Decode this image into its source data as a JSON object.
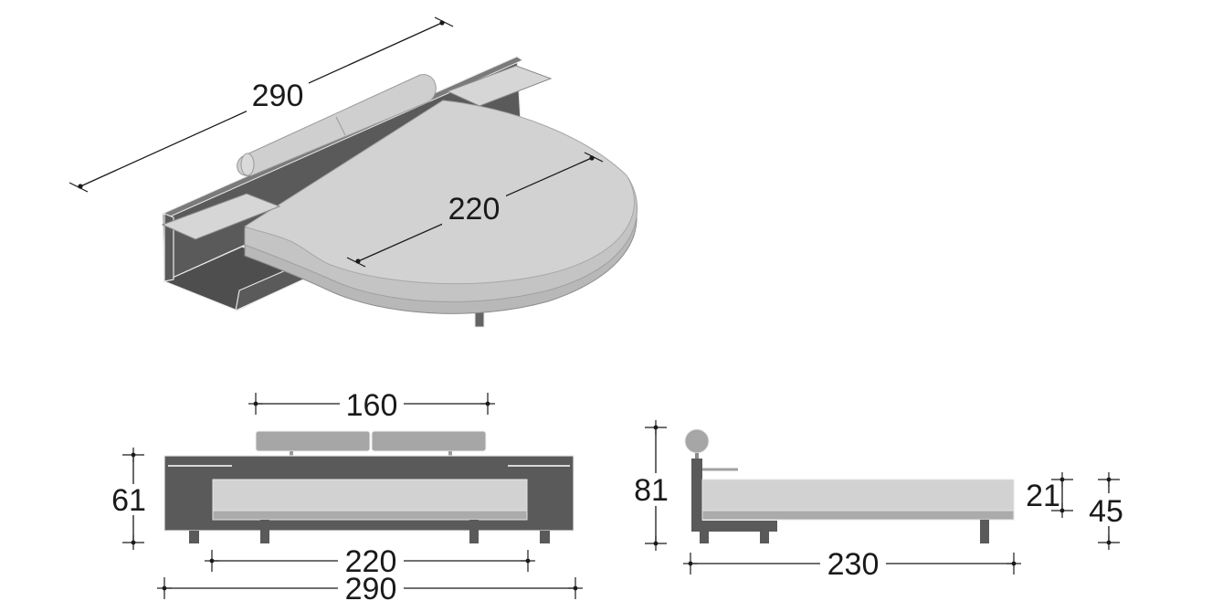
{
  "dimensions": {
    "iso_length": "290",
    "iso_mattress": "220",
    "front_pillow_width": "160",
    "front_height": "61",
    "front_mattress_width": "220",
    "front_total_width": "290",
    "side_headboard_height": "81",
    "side_length": "230",
    "side_mattress_height": "21",
    "side_bed_height": "45"
  },
  "colors": {
    "frame": "#5a5a5a",
    "mattress": "#d2d2d2",
    "pillow": "#a6a6a6"
  }
}
